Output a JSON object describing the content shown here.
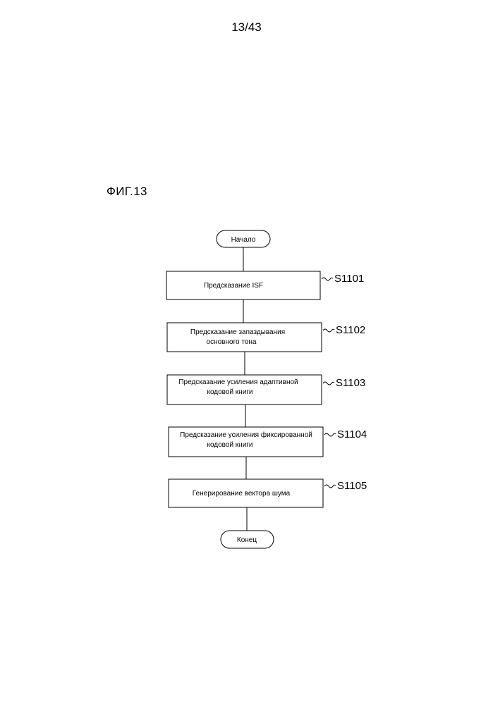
{
  "page_number": "13/43",
  "figure_title": "ФИГ.13",
  "flowchart": {
    "start": "Начало",
    "steps": [
      {
        "id": "S1101",
        "lines": [
          "Предсказание ISF"
        ]
      },
      {
        "id": "S1102",
        "lines": [
          "Предсказание запаздывания",
          "основного тона"
        ]
      },
      {
        "id": "S1103",
        "lines": [
          "Предсказание усиления адаптивной",
          "кодовой книги"
        ]
      },
      {
        "id": "S1104",
        "lines": [
          "Предсказание усиления фиксированной",
          "кодовой книги"
        ]
      },
      {
        "id": "S1105",
        "lines": [
          "Генерирование вектора шума"
        ]
      }
    ],
    "end": "Конец"
  }
}
